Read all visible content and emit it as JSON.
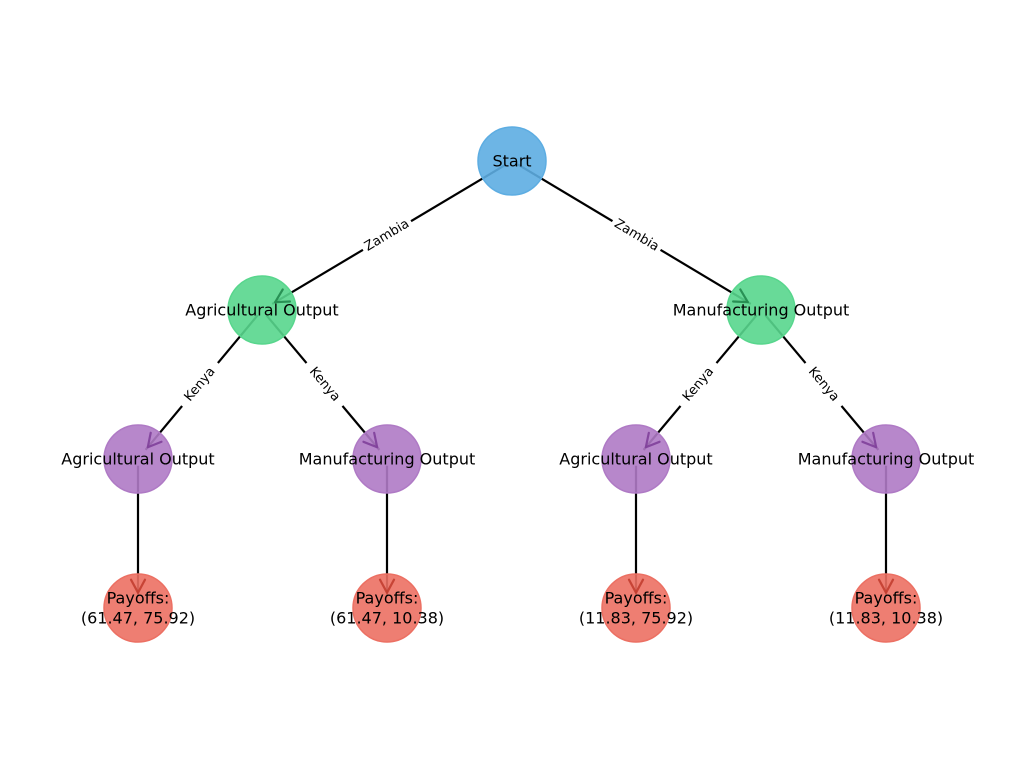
{
  "colors": {
    "root": "#5DADE2",
    "level1": "#58D68D",
    "level2": "#AF7AC5",
    "leaf": "#EC7063",
    "edge": "#000000"
  },
  "nodes": {
    "start": {
      "label": "Start",
      "type": "root"
    },
    "z_agri": {
      "label": "Agricultural Output",
      "type": "level1"
    },
    "z_manu": {
      "label": "Manufacturing Output",
      "type": "level1"
    },
    "k_agri_1": {
      "label": "Agricultural Output",
      "type": "level2"
    },
    "k_manu_1": {
      "label": "Manufacturing Output",
      "type": "level2"
    },
    "k_agri_2": {
      "label": "Agricultural Output",
      "type": "level2"
    },
    "k_manu_2": {
      "label": "Manufacturing Output",
      "type": "level2"
    },
    "pay_1": {
      "label_line1": "Payoffs:",
      "label_line2": "(61.47, 75.92)",
      "type": "leaf"
    },
    "pay_2": {
      "label_line1": "Payoffs:",
      "label_line2": "(61.47, 10.38)",
      "type": "leaf"
    },
    "pay_3": {
      "label_line1": "Payoffs:",
      "label_line2": "(11.83, 75.92)",
      "type": "leaf"
    },
    "pay_4": {
      "label_line1": "Payoffs:",
      "label_line2": "(11.83, 10.38)",
      "type": "leaf"
    }
  },
  "edges": [
    {
      "from": "start",
      "to": "z_agri",
      "label": "Zambia"
    },
    {
      "from": "start",
      "to": "z_manu",
      "label": "Zambia"
    },
    {
      "from": "z_agri",
      "to": "k_agri_1",
      "label": "Kenya"
    },
    {
      "from": "z_agri",
      "to": "k_manu_1",
      "label": "Kenya"
    },
    {
      "from": "z_manu",
      "to": "k_agri_2",
      "label": "Kenya"
    },
    {
      "from": "z_manu",
      "to": "k_manu_2",
      "label": "Kenya"
    },
    {
      "from": "k_agri_1",
      "to": "pay_1",
      "label": ""
    },
    {
      "from": "k_manu_1",
      "to": "pay_2",
      "label": ""
    },
    {
      "from": "k_agri_2",
      "to": "pay_3",
      "label": ""
    },
    {
      "from": "k_manu_2",
      "to": "pay_4",
      "label": ""
    }
  ]
}
